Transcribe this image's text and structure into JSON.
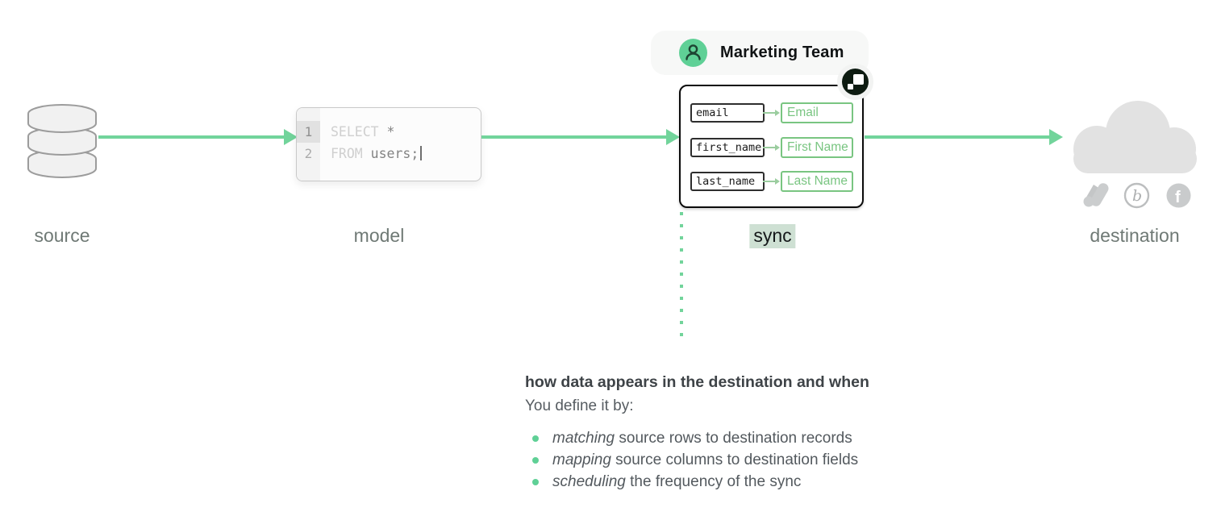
{
  "colors": {
    "accent_green": "#72D49B",
    "avatar_green": "#5FD096",
    "mapping_green": "#79C581",
    "sync_highlight_bg": "#CEE0D3",
    "badge_black": "#0D1B11",
    "label_gray": "#6F7975"
  },
  "labels": {
    "source": "source",
    "model": "model",
    "sync": "sync",
    "destination": "destination"
  },
  "model_editor": {
    "lines": [
      {
        "number": "1",
        "keyword": "SELECT",
        "code": " *"
      },
      {
        "number": "2",
        "keyword": "FROM",
        "code": " users;"
      }
    ]
  },
  "sync_card": {
    "team": "Marketing Team",
    "avatar_icon": "user-icon",
    "badge_icon": "hightouch-logo-icon",
    "mappings": [
      {
        "source": "email",
        "destination": "Email"
      },
      {
        "source": "first_name",
        "destination": "First Name"
      },
      {
        "source": "last_name",
        "destination": "Last Name"
      }
    ]
  },
  "destination": {
    "cloud_icon": "cloud-icon",
    "icon_names": [
      "google-ads-icon",
      "braze-icon",
      "facebook-icon"
    ],
    "braze_glyph": "b",
    "facebook_glyph": "f"
  },
  "explainer": {
    "heading": "how data appears in the destination and when",
    "intro": "You define it by:",
    "bullets": [
      {
        "lead": "matching",
        "rest": " source rows to destination records"
      },
      {
        "lead": "mapping",
        "rest": " source columns to destination fields"
      },
      {
        "lead": "scheduling",
        "rest": " the frequency of the sync"
      }
    ]
  }
}
